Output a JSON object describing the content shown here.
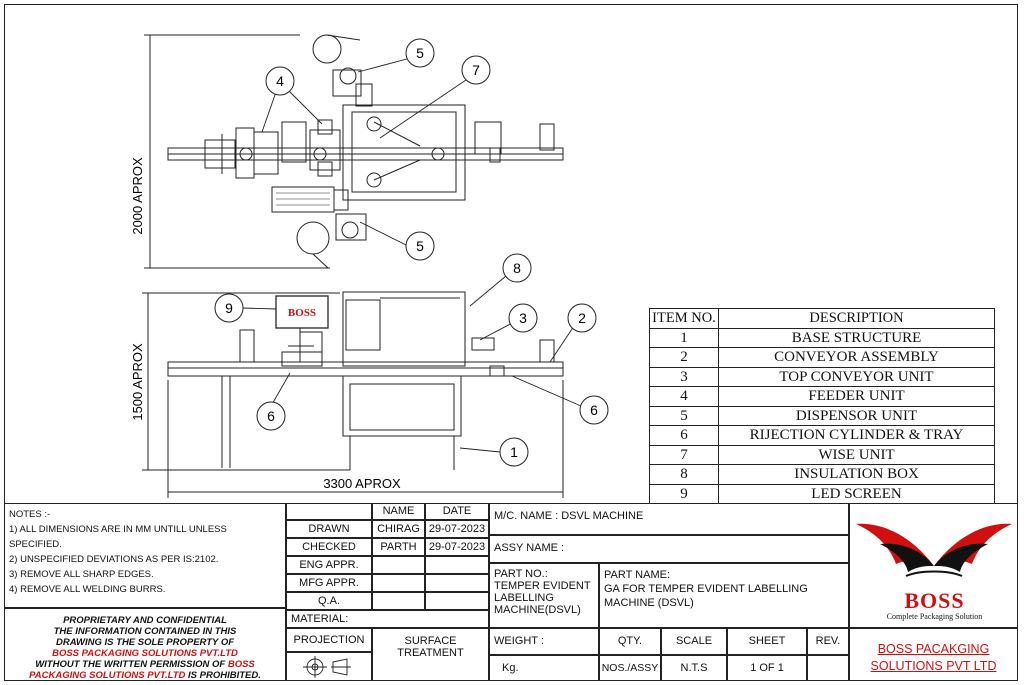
{
  "dimensions": {
    "top_height": "2000 APROX",
    "front_height": "1500 APROX",
    "width": "3300 APROX"
  },
  "balloons": {
    "b1": "1",
    "b2": "2",
    "b3": "3",
    "b4": "4",
    "b5a": "5",
    "b5b": "5",
    "b6a": "6",
    "b6b": "6",
    "b7": "7",
    "b8": "8",
    "b9": "9"
  },
  "screen_logo": "BOSS",
  "items_table": {
    "headers": [
      "ITEM NO.",
      "DESCRIPTION"
    ],
    "rows": [
      [
        "1",
        "BASE STRUCTURE"
      ],
      [
        "2",
        "CONVEYOR ASSEMBLY"
      ],
      [
        "3",
        "TOP CONVEYOR UNIT"
      ],
      [
        "4",
        "FEEDER UNIT"
      ],
      [
        "5",
        "DISPENSOR UNIT"
      ],
      [
        "6",
        "RIJECTION CYLINDER & TRAY"
      ],
      [
        "7",
        "WISE UNIT"
      ],
      [
        "8",
        "INSULATION BOX"
      ],
      [
        "9",
        "LED SCREEN"
      ]
    ]
  },
  "notes": {
    "title": "NOTES :-",
    "items": [
      "1) ALL DIMENSIONS ARE IN MM UNTILL UNLESS   SPECIFIED.",
      "2) UNSPECIFIED  DEVIATIONS AS PER IS:2102.",
      "3) REMOVE ALL SHARP EDGES.",
      "4) REMOVE ALL WELDING BURRS."
    ]
  },
  "proprietary": {
    "line1": "PROPRIETARY AND CONFIDENTIAL",
    "line2": "THE INFORMATION CONTAINED IN THIS",
    "line3a": "DRAWING IS THE SOLE PROPERTY OF",
    "line4": "BOSS PACKAGING SOLUTIONS PVT.LTD",
    "line5a": "WITHOUT THE WRITTEN PERMISSION OF",
    "line5b": "BOSS",
    "line6a": "PACKAGING SOLUTIONS PVT.LTD",
    "line6b": "IS PROHIBITED."
  },
  "approvals": {
    "name_header": "NAME",
    "date_header": "DATE",
    "drawn": "DRAWN",
    "drawn_name": "CHIRAG",
    "drawn_date": "29-07-2023",
    "checked": "CHECKED",
    "checked_name": "PARTH",
    "checked_date": "29-07-2023",
    "eng": "ENG APPR.",
    "mfg": "MFG APPR.",
    "qa": "Q.A."
  },
  "machine": {
    "mc_name": "M/C. NAME :  DSVL MACHINE",
    "assy_name": "ASSY NAME :",
    "part_no_label": "PART NO.:",
    "part_no_value": "TEMPER EVIDENT LABELLING MACHINE(DSVL)",
    "part_name_label": "PART NAME:",
    "part_name_value": "GA FOR TEMPER EVIDENT LABELLING MACHINE (DSVL)"
  },
  "bottom": {
    "material": "MATERIAL:",
    "projection": "PROJECTION",
    "surface": "SURFACE TREATMENT",
    "weight": "WEIGHT :",
    "weight_unit": "Kg.",
    "qty": "QTY.",
    "qty_value": "NOS./ASSY",
    "scale": "SCALE",
    "scale_value": "N.T.S",
    "sheet": "SHEET",
    "sheet_value": "1 OF 1",
    "rev": "REV."
  },
  "logo": {
    "text": "BOSS",
    "tagline": "Complete Packaging Solution",
    "company_line1": "BOSS PACAKGING",
    "company_line2": "SOLUTIONS PVT LTD"
  },
  "colors": {
    "brand_red": "#d01010",
    "line": "#222222"
  }
}
